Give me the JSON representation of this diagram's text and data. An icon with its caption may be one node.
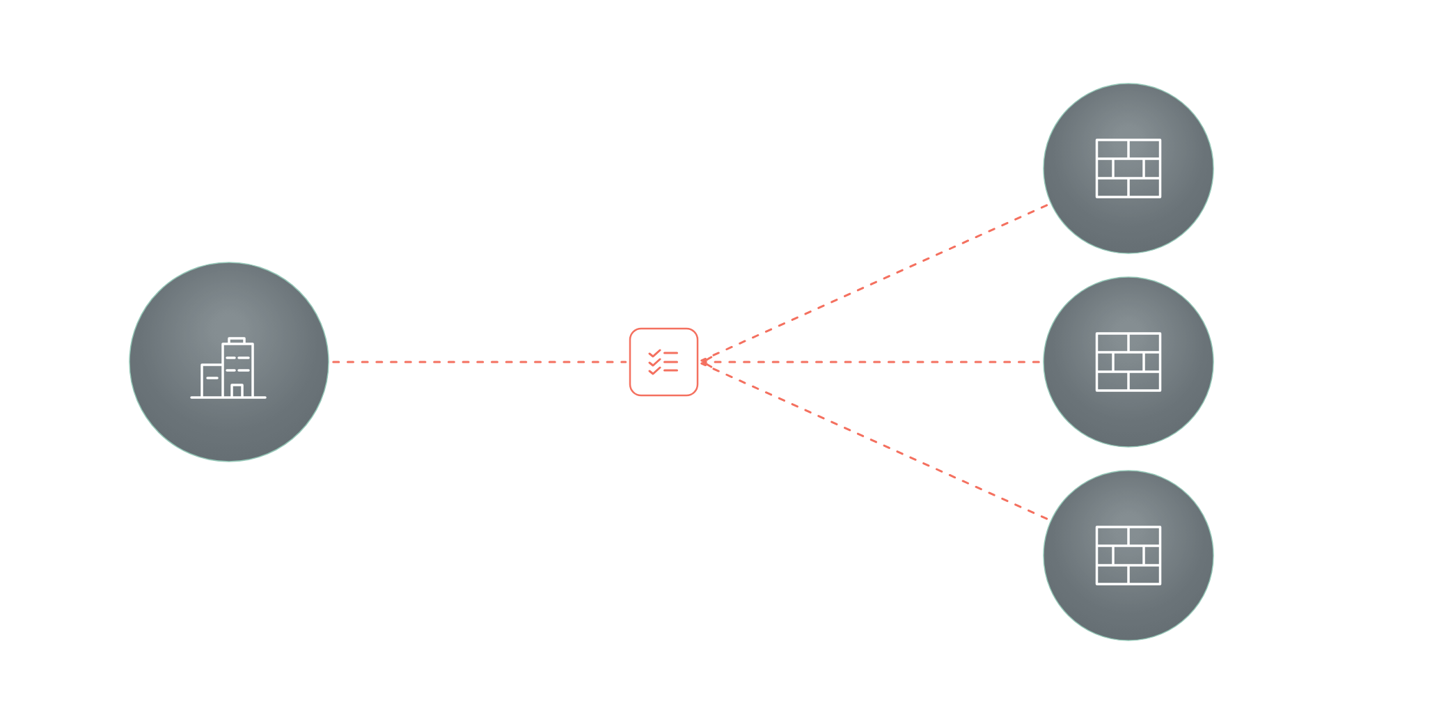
{
  "diagram": {
    "nodes": [
      {
        "text": [],
        "shape": "circle"
      },
      {
        "text": [],
        "shape": "box"
      },
      {
        "text": [],
        "shape": "circle"
      },
      {
        "text": [],
        "shape": "circle"
      },
      {
        "text": [],
        "shape": "circle"
      }
    ],
    "edges": [
      {
        "from": 0,
        "to": 1,
        "arrow": "none",
        "style": "dashed"
      },
      {
        "from": 2,
        "to": 1,
        "arrow": "none",
        "style": "dashed"
      },
      {
        "from": 3,
        "to": 1,
        "arrow": "to",
        "style": "dashed"
      },
      {
        "from": 4,
        "to": 1,
        "arrow": "none",
        "style": "dashed"
      }
    ]
  }
}
